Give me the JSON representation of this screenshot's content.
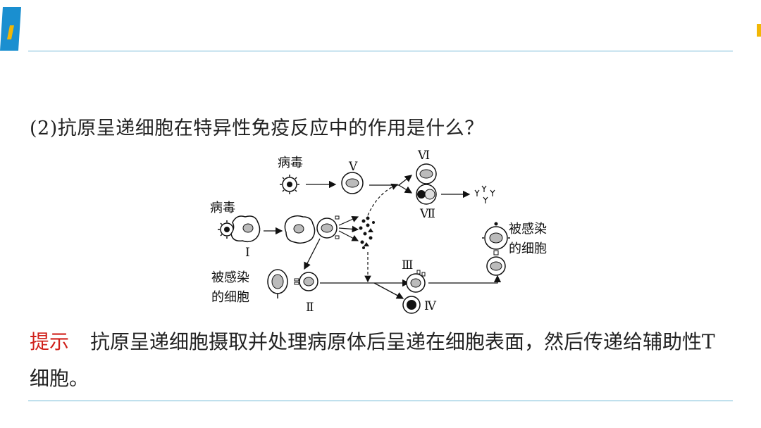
{
  "question": "(2)抗原呈递细胞在特异性免疫反应中的作用是什么？",
  "diagram": {
    "virus_top": "病毒",
    "virus_left": "病毒",
    "infected_left_l1": "被感染",
    "infected_left_l2": "的细胞",
    "infected_right_l1": "被感染",
    "infected_right_l2": "的细胞",
    "roman_I": "Ⅰ",
    "roman_II": "Ⅱ",
    "roman_III": "Ⅲ",
    "roman_IV": "Ⅳ",
    "roman_V": "Ⅴ",
    "roman_VI": "Ⅵ",
    "roman_VII": "Ⅶ"
  },
  "hint": {
    "label": "提示",
    "text": "抗原呈递细胞摄取并处理病原体后呈递在细胞表面，然后传递给辅助性T细胞。"
  },
  "colors": {
    "accent_blue": "#1a8fd0",
    "divider": "#6fb7d6",
    "hint_red": "#d0201a",
    "accent_yellow": "#f2b705"
  }
}
